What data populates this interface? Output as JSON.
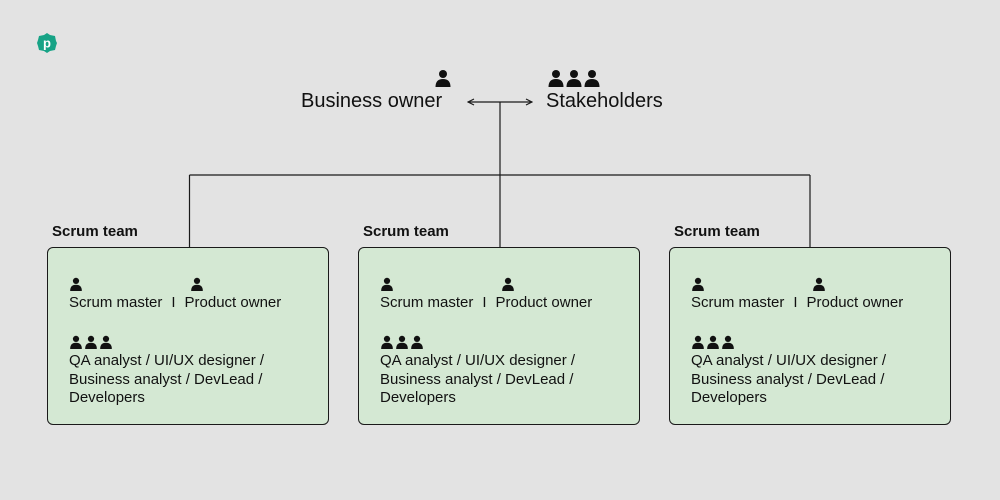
{
  "brand": {
    "logo_letter": "p",
    "logo_color": "#17a386"
  },
  "header": {
    "business_owner": "Business owner",
    "stakeholders": "Stakeholders"
  },
  "teams": [
    {
      "title": "Scrum team",
      "scrum_master": "Scrum master",
      "separator": "I",
      "product_owner": "Product owner",
      "members": [
        "QA analyst / UI/UX designer /",
        "Business analyst / DevLead /",
        "Developers"
      ]
    },
    {
      "title": "Scrum team",
      "scrum_master": "Scrum master",
      "separator": "I",
      "product_owner": "Product owner",
      "members": [
        "QA analyst / UI/UX designer /",
        "Business analyst / DevLead /",
        "Developers"
      ]
    },
    {
      "title": "Scrum team",
      "scrum_master": "Scrum master",
      "separator": "I",
      "product_owner": "Product owner",
      "members": [
        "QA analyst / UI/UX designer /",
        "Business analyst / DevLead /",
        "Developers"
      ]
    }
  ],
  "colors": {
    "background": "#e3e3e3",
    "card": "#d4e8d3",
    "line": "#1a1a1a"
  }
}
